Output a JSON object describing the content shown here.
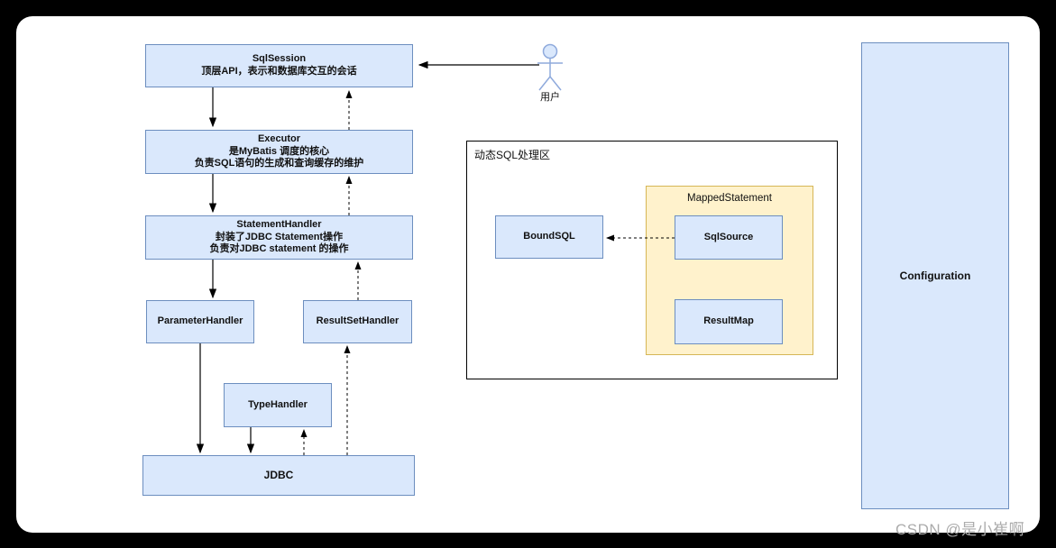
{
  "diagram": {
    "nodes": {
      "sqlsession": {
        "title": "SqlSession",
        "lines": [
          "顶层API，表示和数据库交互的会话"
        ]
      },
      "executor": {
        "title": "Executor",
        "lines": [
          "是MyBatis 调度的核心",
          "负责SQL语句的生成和查询缓存的维护"
        ]
      },
      "statementhandler": {
        "title": "StatementHandler",
        "lines": [
          "封装了JDBC Statement操作",
          "负责对JDBC statement 的操作"
        ]
      },
      "parameterhandler": {
        "title": "ParameterHandler"
      },
      "resultsethandler": {
        "title": "ResultSetHandler"
      },
      "typehandler": {
        "title": "TypeHandler"
      },
      "jdbc": {
        "title": "JDBC"
      },
      "boundsql": {
        "title": "BoundSQL"
      },
      "sqlsource": {
        "title": "SqlSource"
      },
      "resultmap": {
        "title": "ResultMap"
      },
      "mappedstatement": {
        "title": "MappedStatement"
      },
      "configuration": {
        "title": "Configuration"
      }
    },
    "region": {
      "label": "动态SQL处理区"
    },
    "actor": {
      "label": "用户"
    },
    "colors": {
      "node_fill": "#dae8fc",
      "node_border": "#6c8ebf",
      "group_fill": "#fff2cc",
      "group_border": "#d6b656",
      "canvas": "#ffffff",
      "frame": "#000000",
      "actor_stroke": "#8faadc"
    },
    "watermark": "CSDN @是小崔啊"
  }
}
